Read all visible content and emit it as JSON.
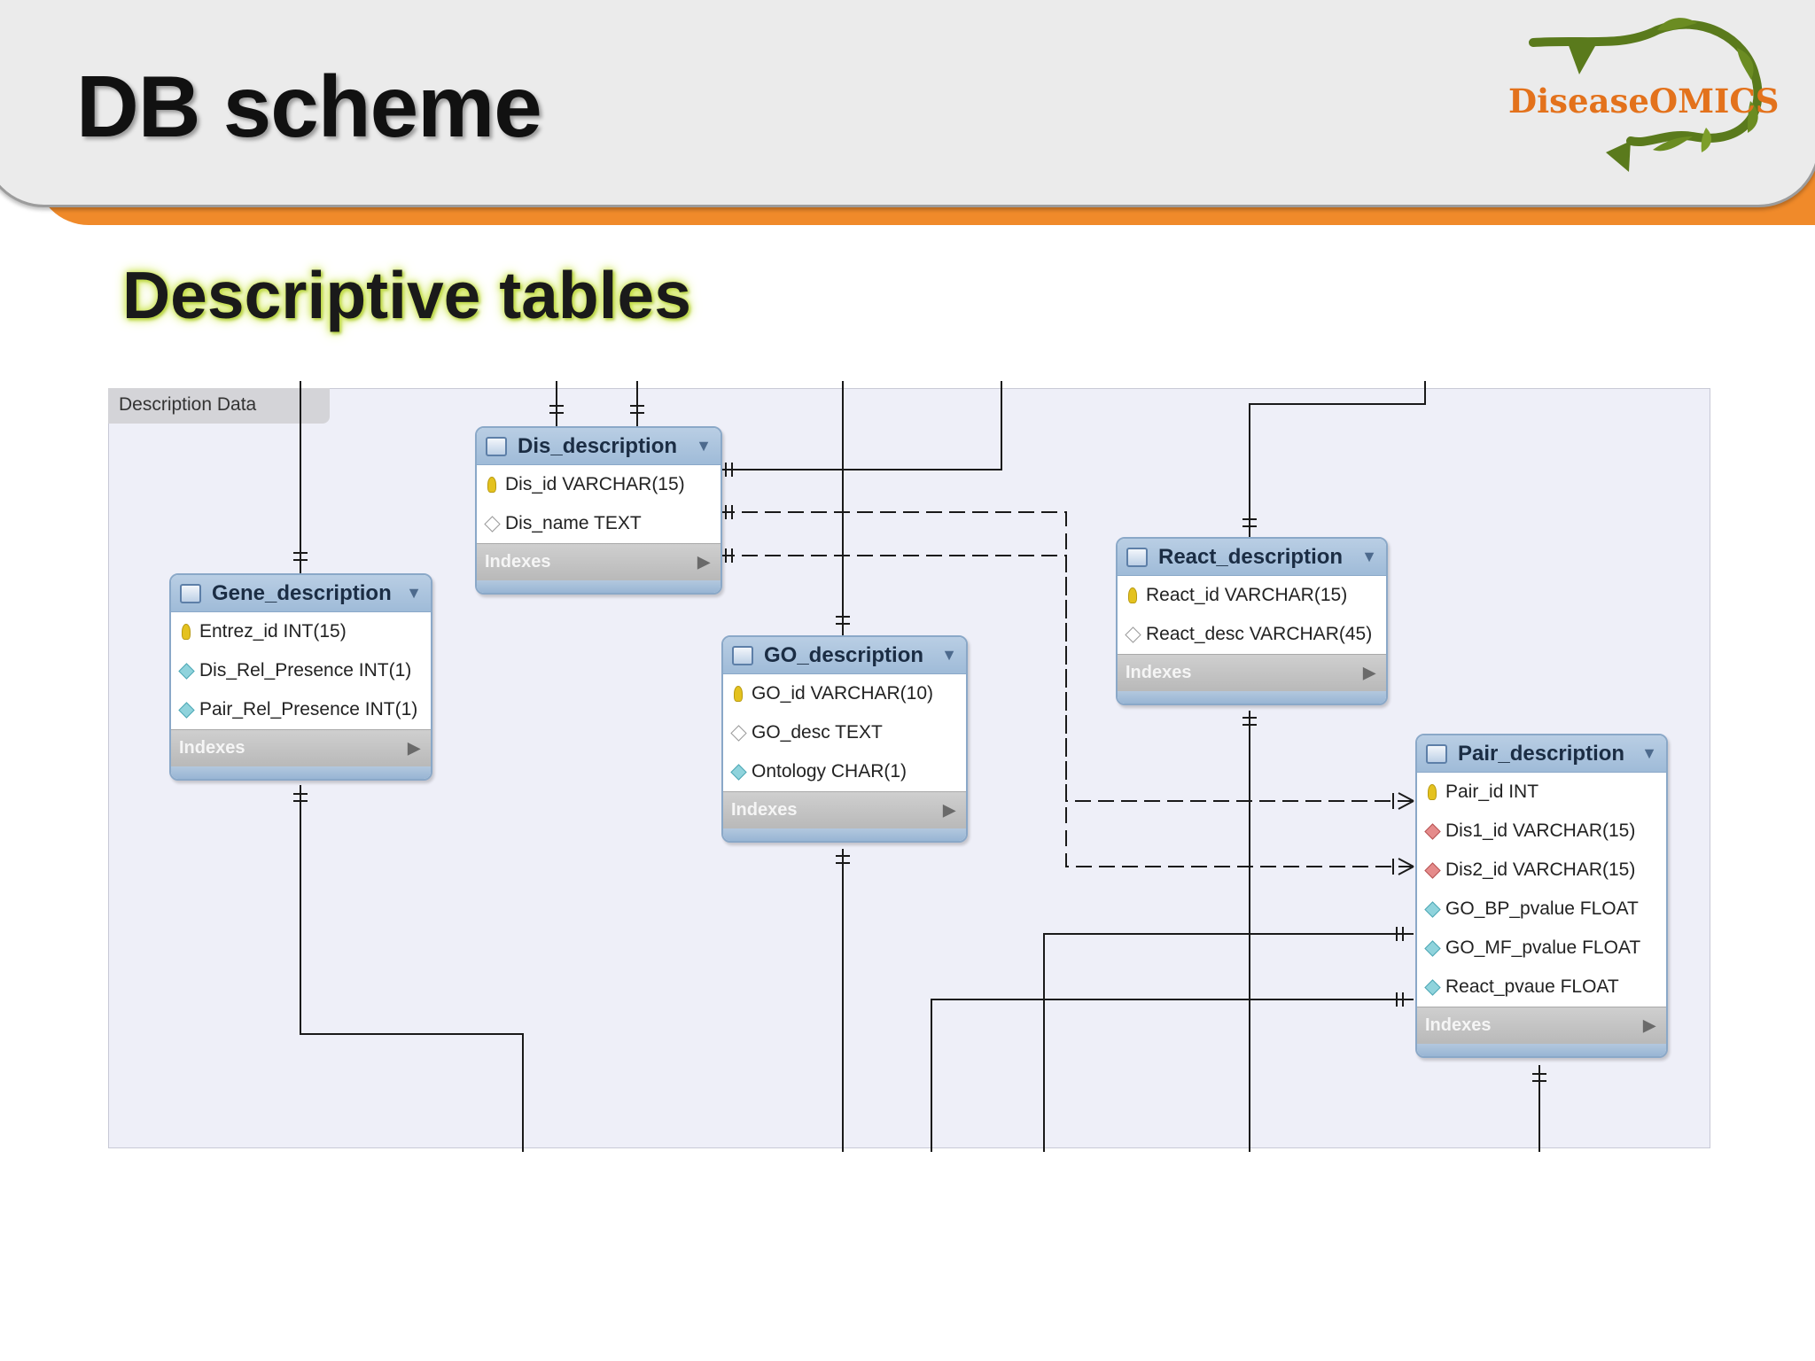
{
  "slide": {
    "title": "DB scheme",
    "logo_text": "DiseaseOMICS",
    "section_title": "Descriptive tables"
  },
  "diagram": {
    "area_label": "Description Data",
    "footer_label": "Indexes",
    "colors": {
      "header": "#a9c2dd",
      "area": "#eeeff8",
      "accent": "#f08a2a",
      "key": "#e4c21f",
      "fk": "#e58b8b",
      "attr": "#8fd3dc"
    },
    "tables": [
      {
        "name": "Gene_description",
        "columns": [
          {
            "text": "Entrez_id INT(15)",
            "icon": "key-icon"
          },
          {
            "text": "Dis_Rel_Presence INT(1)",
            "icon": "attr-icon"
          },
          {
            "text": "Pair_Rel_Presence INT(1)",
            "icon": "attr-icon"
          }
        ]
      },
      {
        "name": "Dis_description",
        "columns": [
          {
            "text": "Dis_id VARCHAR(15)",
            "icon": "key-icon"
          },
          {
            "text": "Dis_name TEXT",
            "icon": "column-icon"
          }
        ]
      },
      {
        "name": "GO_description",
        "columns": [
          {
            "text": "GO_id VARCHAR(10)",
            "icon": "key-icon"
          },
          {
            "text": "GO_desc TEXT",
            "icon": "column-icon"
          },
          {
            "text": "Ontology CHAR(1)",
            "icon": "attr-icon"
          }
        ]
      },
      {
        "name": "React_description",
        "columns": [
          {
            "text": "React_id VARCHAR(15)",
            "icon": "key-icon"
          },
          {
            "text": "React_desc VARCHAR(45)",
            "icon": "column-icon"
          }
        ]
      },
      {
        "name": "Pair_description",
        "columns": [
          {
            "text": "Pair_id INT",
            "icon": "key-icon"
          },
          {
            "text": "Dis1_id VARCHAR(15)",
            "icon": "foreign-key-icon"
          },
          {
            "text": "Dis2_id VARCHAR(15)",
            "icon": "foreign-key-icon"
          },
          {
            "text": "GO_BP_pvalue FLOAT",
            "icon": "attr-icon"
          },
          {
            "text": "GO_MF_pvalue FLOAT",
            "icon": "attr-icon"
          },
          {
            "text": "React_pvaue FLOAT",
            "icon": "attr-icon"
          }
        ]
      }
    ]
  }
}
